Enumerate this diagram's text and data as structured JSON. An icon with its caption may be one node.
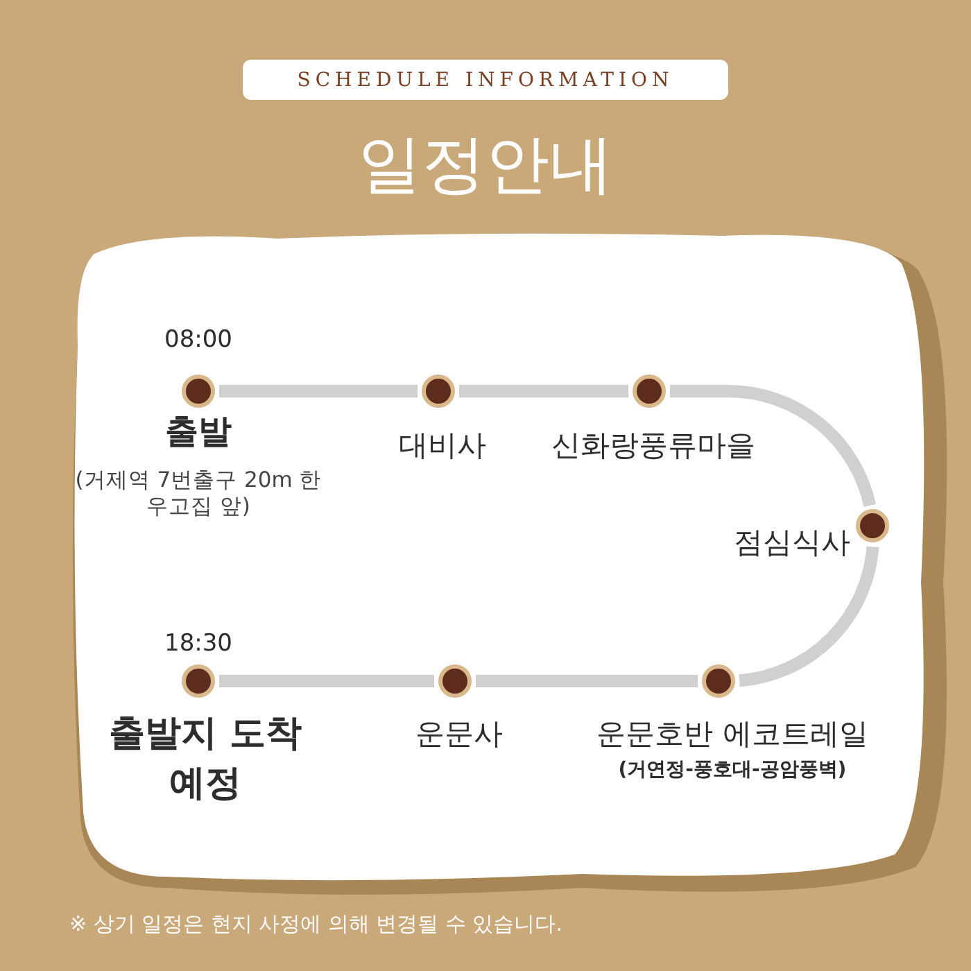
{
  "diagram": {
    "title": "일정안내",
    "nodes": [
      {
        "text": [
          "출발",
          "(거제역 7번출구 20m 한우고집 앞)"
        ],
        "beside": [
          "08:00"
        ]
      },
      {
        "text": [
          "대비사"
        ]
      },
      {
        "text": [
          "신화랑풍류마을"
        ]
      },
      {
        "text": [
          "점심식사"
        ]
      },
      {
        "text": [
          "운문호반 에코트레일",
          "(거연정-풍호대-공암풍벽)"
        ]
      },
      {
        "text": [
          "운문사"
        ]
      },
      {
        "text": [
          "출발지 도착예정"
        ],
        "beside": [
          "18:30"
        ]
      }
    ],
    "edges": [
      {
        "from": 0,
        "to": 1,
        "arrow": "none"
      },
      {
        "from": 1,
        "to": 2,
        "arrow": "none"
      },
      {
        "from": 2,
        "to": 3,
        "arrow": "none"
      },
      {
        "from": 3,
        "to": 4,
        "arrow": "none"
      },
      {
        "from": 4,
        "to": 5,
        "arrow": "none"
      },
      {
        "from": 5,
        "to": 6,
        "arrow": "none"
      }
    ],
    "labels": [
      "SCHEDULE INFORMATION",
      "※ 상기 일정은 현지 사정에 의해 변경될 수 있습니다."
    ]
  }
}
